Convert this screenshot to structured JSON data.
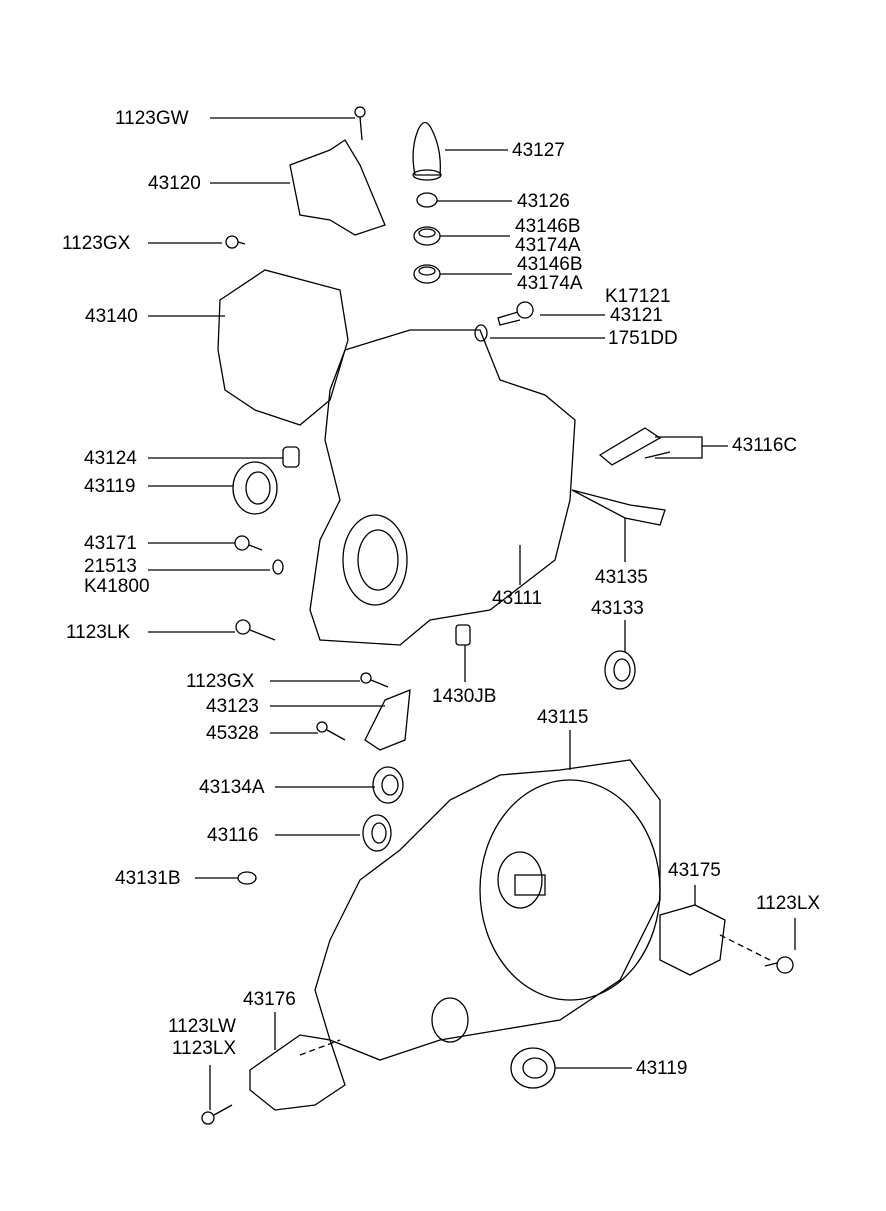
{
  "labels": {
    "l_1123GW": "1123GW",
    "l_43127": "43127",
    "l_43120": "43120",
    "l_43126": "43126",
    "l_43146B_1": "43146B",
    "l_43174A_1": "43174A",
    "l_43146B_2": "43146B",
    "l_43174A_2": "43174A",
    "l_1123GX_1": "1123GX",
    "l_K17121": "K17121",
    "l_43121": "43121",
    "l_43140": "43140",
    "l_1751DD": "1751DD",
    "l_43124": "43124",
    "l_43116C": "43116C",
    "l_43119_1": "43119",
    "l_43171": "43171",
    "l_21513": "21513",
    "l_K41800": "K41800",
    "l_43135": "43135",
    "l_43111": "43111",
    "l_43133": "43133",
    "l_1123LK": "1123LK",
    "l_1123GX_2": "1123GX",
    "l_1430JB": "1430JB",
    "l_43123": "43123",
    "l_43115": "43115",
    "l_45328": "45328",
    "l_43134A": "43134A",
    "l_43116": "43116",
    "l_43175": "43175",
    "l_43131B": "43131B",
    "l_1123LX_1": "1123LX",
    "l_43176": "43176",
    "l_1123LW": "1123LW",
    "l_1123LX_2": "1123LX",
    "l_43119_2": "43119"
  }
}
